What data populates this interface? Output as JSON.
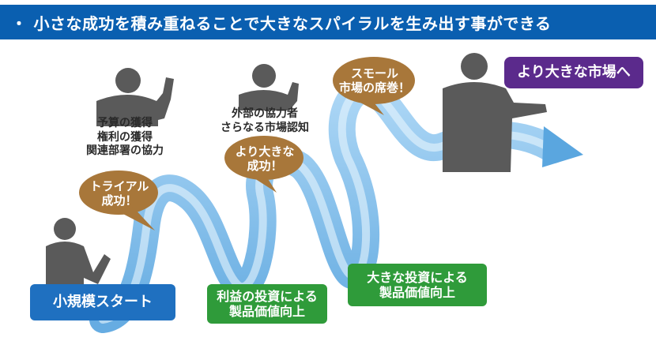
{
  "header": {
    "bullet": "・",
    "title": "小さな成功を積み重ねることで大きなスパイラルを生み出す事ができる"
  },
  "stages": {
    "start": "小規模スタート",
    "trial_bubble": "トライアル\n成功！",
    "trial_notes": "予算の獲得\n権利の獲得\n関連部署の協力",
    "bigger_bubble": "より大きな\n成功！",
    "bigger_notes": "外部の協力者\nさらなる市場認知",
    "small_market_bubble": "スモール\n市場の席巻！",
    "profit_box": "利益の投資による\n製品価値向上",
    "big_invest_box": "大きな投資による\n製品価値向上",
    "big_market": "より大きな市場へ"
  },
  "colors": {
    "header_bg": "#0a5fb0",
    "blue_box": "#1f70c0",
    "green_box": "#2f9b3a",
    "purple_box": "#5b2a8c",
    "bubble": "#a8773a",
    "silhouette": "#5a5a5a",
    "ribbon_light": "#d4ecfb",
    "ribbon_dark": "#4e9fdc"
  }
}
